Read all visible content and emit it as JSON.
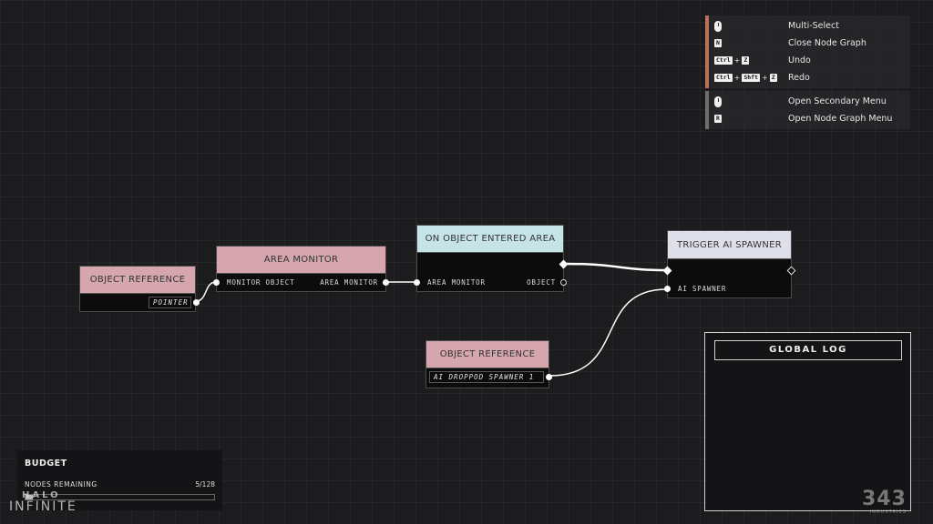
{
  "controls": {
    "group1": [
      {
        "keys": [
          {
            "type": "mouse"
          }
        ],
        "label": "Multi-Select"
      },
      {
        "keys": [
          {
            "type": "key",
            "text": "N"
          }
        ],
        "label": "Close Node Graph"
      },
      {
        "keys": [
          {
            "type": "key",
            "text": "Ctrl"
          },
          {
            "type": "plus"
          },
          {
            "type": "key",
            "text": "Z"
          }
        ],
        "label": "Undo"
      },
      {
        "keys": [
          {
            "type": "key",
            "text": "Ctrl"
          },
          {
            "type": "plus"
          },
          {
            "type": "key",
            "text": "Shft"
          },
          {
            "type": "plus"
          },
          {
            "type": "key",
            "text": "Z"
          }
        ],
        "label": "Redo"
      }
    ],
    "group2": [
      {
        "keys": [
          {
            "type": "mouse"
          }
        ],
        "label": "Open Secondary Menu"
      },
      {
        "keys": [
          {
            "type": "key",
            "text": "R"
          }
        ],
        "label": "Open Node Graph Menu"
      }
    ]
  },
  "nodes": {
    "object_ref_1": {
      "title": "OBJECT REFERENCE",
      "value": "POINTER"
    },
    "area_monitor": {
      "title": "AREA MONITOR",
      "input": "MONITOR OBJECT",
      "output": "AREA MONITOR"
    },
    "on_entered": {
      "title": "ON OBJECT ENTERED AREA",
      "input": "AREA MONITOR",
      "output": "OBJECT"
    },
    "trigger_spawner": {
      "title": "TRIGGER AI SPAWNER",
      "input": "AI SPAWNER"
    },
    "object_ref_2": {
      "title": "OBJECT REFERENCE",
      "value": "AI DROPPOD SPAWNER 1"
    }
  },
  "global_log": {
    "title": "GLOBAL LOG"
  },
  "budget": {
    "title": "BUDGET",
    "label": "NODES REMAINING",
    "count": "5/128",
    "fill_fraction": 0.04
  },
  "logos": {
    "halo": "HALO",
    "infinite": "INFINITE",
    "studio": "343",
    "studio_sub": "INDUSTRIES"
  },
  "colors": {
    "pink_header": "#d5a6ad",
    "cyan_header": "#c6e3e7",
    "lavender_header": "#dedfe8",
    "legend_accent_1": "#b8725a",
    "legend_accent_2": "#6f6f6f"
  }
}
